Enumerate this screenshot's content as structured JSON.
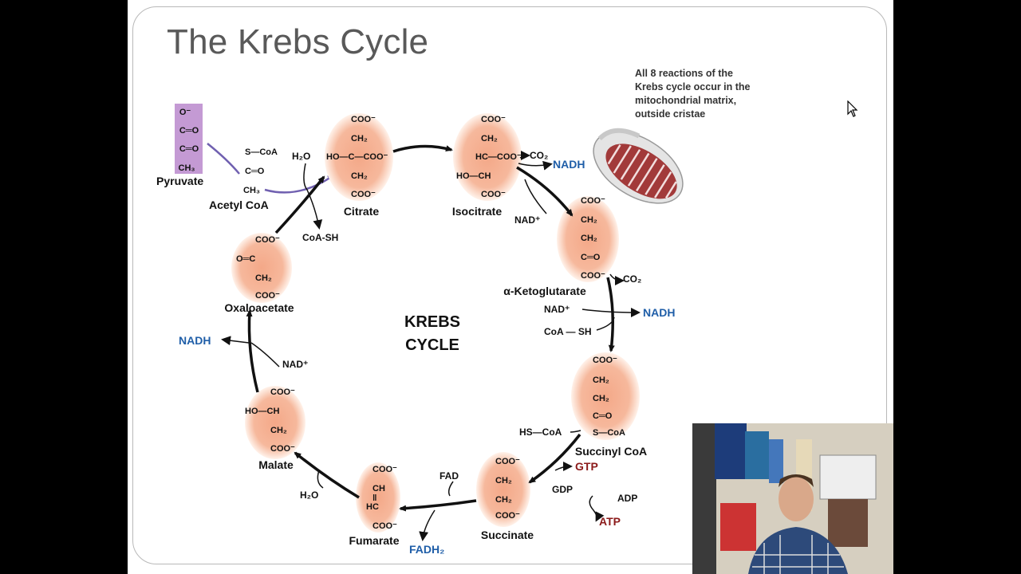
{
  "slide": {
    "title": "The Krebs Cycle",
    "note_lines": [
      "All 8 reactions of the",
      "Krebs cycle occur in the",
      "mitochondrial matrix,",
      "outside cristae"
    ]
  },
  "diagram": {
    "center_label": [
      "KREBS",
      "CYCLE"
    ],
    "pyruvate": {
      "label": "Pyruvate",
      "lines": [
        "O⁻",
        "C═O",
        "C═O",
        "CH₃"
      ]
    },
    "acetyl_coa": {
      "label": "Acetyl CoA",
      "lines": [
        "S—CoA",
        "C═O",
        "CH₃"
      ]
    },
    "molecules": {
      "citrate": {
        "label": "Citrate",
        "lines": [
          "COO⁻",
          "CH₂",
          "HO—C—COO⁻",
          "CH₂",
          "COO⁻"
        ]
      },
      "isocitrate": {
        "label": "Isocitrate",
        "lines": [
          "COO⁻",
          "CH₂",
          "HC—COO⁻",
          "HO—CH",
          "COO⁻"
        ]
      },
      "alpha_ketoglutarate": {
        "label": "α-Ketoglutarate",
        "lines": [
          "COO⁻",
          "CH₂",
          "CH₂",
          "C═O",
          "COO⁻"
        ]
      },
      "succinyl_coa": {
        "label": "Succinyl CoA",
        "lines": [
          "COO⁻",
          "CH₂",
          "CH₂",
          "C═O",
          "S—CoA"
        ]
      },
      "succinate": {
        "label": "Succinate",
        "lines": [
          "COO⁻",
          "CH₂",
          "CH₂",
          "COO⁻"
        ]
      },
      "fumarate": {
        "label": "Fumarate",
        "lines": [
          "COO⁻",
          "CH",
          "‖",
          "HC",
          "COO⁻"
        ]
      },
      "malate": {
        "label": "Malate",
        "lines": [
          "COO⁻",
          "HO—CH",
          "CH₂",
          "COO⁻"
        ]
      },
      "oxaloacetate": {
        "label": "Oxaloacetate",
        "lines": [
          "COO⁻",
          "O═C",
          "CH₂",
          "COO⁻"
        ]
      }
    },
    "side_labels": {
      "h2o_top": "H₂O",
      "coa_sh": "CoA-SH",
      "co2_1": "CO₂",
      "nadh_1": "NADH",
      "nad_1": "NAD⁺",
      "co2_2": "CO₂",
      "nad_2": "NAD⁺",
      "nadh_2": "NADH",
      "coa_sh_2": "CoA — SH",
      "hs_coa": "HS—CoA",
      "gtp": "GTP",
      "gdp": "GDP",
      "adp": "ADP",
      "atp": "ATP",
      "fad": "FAD",
      "fadh2": "FADH₂",
      "h2o_bottom": "H₂O",
      "nad_3": "NAD⁺",
      "nadh_3": "NADH"
    }
  },
  "colors": {
    "ellipse_center": "#f4a888",
    "ellipse_edge": "#fff2ea",
    "nadh_blue": "#1f5ea8",
    "atp_red": "#8b1a1a",
    "pyruvate_box": "#c49ad4",
    "purple_arrow": "#7060b0"
  }
}
